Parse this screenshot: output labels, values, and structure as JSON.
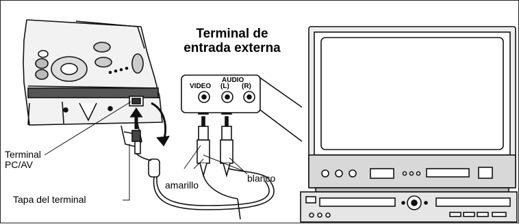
{
  "title": {
    "line1": "Terminal de",
    "line2": "entrada externa"
  },
  "jack_panel": {
    "video": "VIDEO",
    "audio": "AUDIO",
    "left": "(L)",
    "right": "(R)"
  },
  "callouts": {
    "terminal_pc_av_line1": "Terminal",
    "terminal_pc_av_line2": "PC/AV",
    "terminal_cover": "Tapa del terminal",
    "yellow": "amarillo",
    "white": "blanco"
  }
}
